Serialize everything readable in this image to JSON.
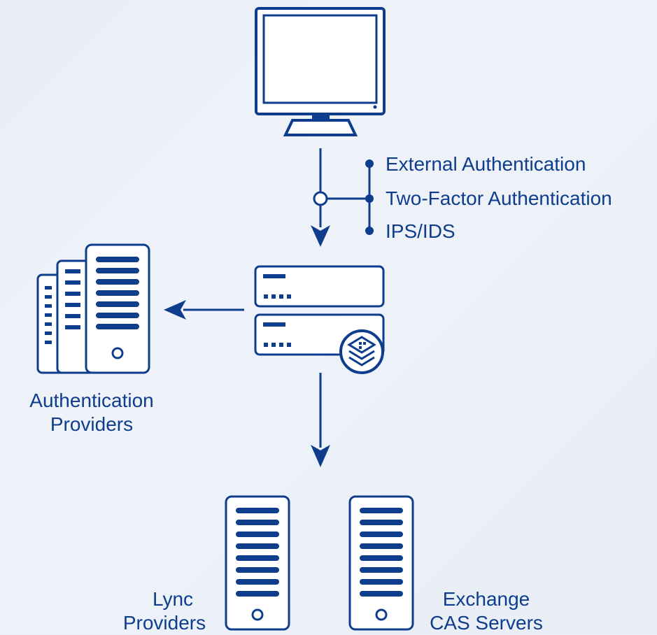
{
  "diagram": {
    "colors": {
      "primary": "#0d3d8c",
      "background": "#eceff6"
    },
    "security_features": [
      "External Authentication",
      "Two-Factor Authentication",
      "IPS/IDS"
    ],
    "auth_providers": {
      "line1": "Authentication",
      "line2": "Providers"
    },
    "lync": {
      "line1": "Lync",
      "line2": "Providers"
    },
    "exchange": {
      "line1": "Exchange",
      "line2": "CAS Servers"
    },
    "icons": {
      "client": "computer-monitor-icon",
      "appliance": "load-balancer-appliance-icon",
      "badge": "layers-stack-icon",
      "server": "server-tower-icon"
    }
  }
}
